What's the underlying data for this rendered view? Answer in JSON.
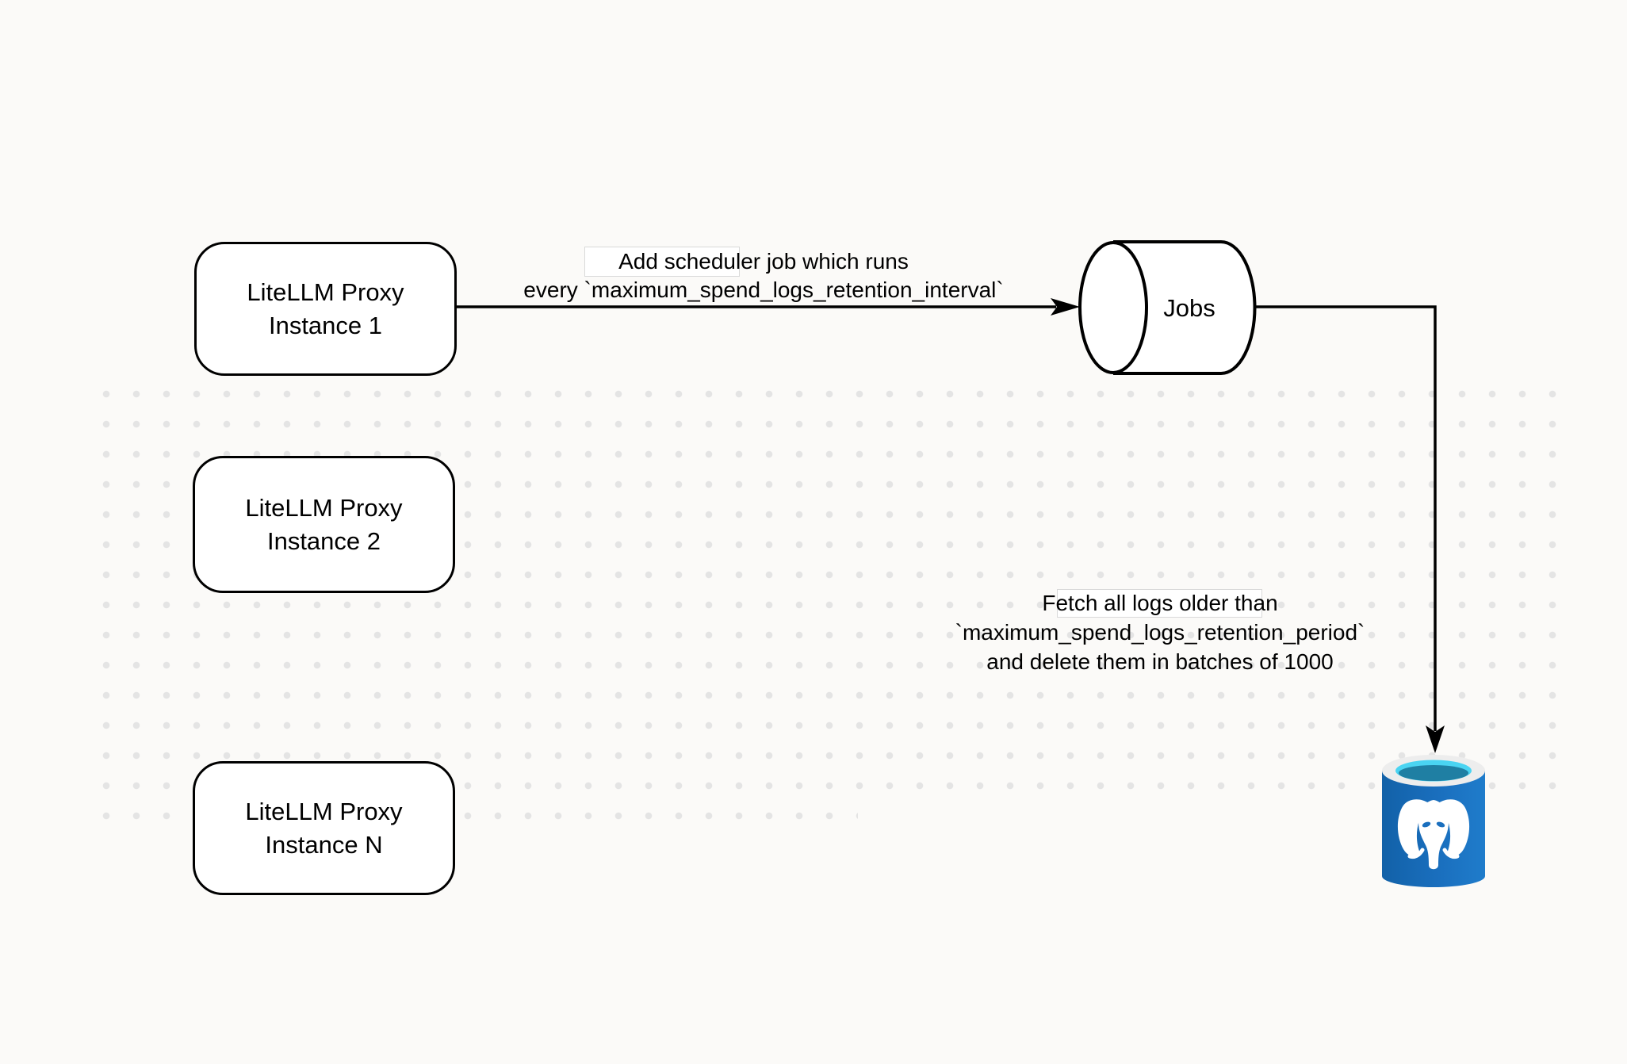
{
  "diagram": {
    "title": "LiteLLM spend logs retention scheduler diagram",
    "nodes": {
      "proxy1": {
        "line1": "LiteLLM Proxy",
        "line2": "Instance 1"
      },
      "proxy2": {
        "line1": "LiteLLM Proxy",
        "line2": "Instance 2"
      },
      "proxyN": {
        "line1": "LiteLLM Proxy",
        "line2": "Instance N"
      },
      "jobs": {
        "label": "Jobs"
      },
      "database": {
        "icon": "postgresql-database-icon"
      }
    },
    "edges": {
      "proxy1_to_jobs": {
        "line1": "Add scheduler job which runs",
        "line2": "every `maximum_spend_logs_retention_interval`"
      },
      "jobs_to_database": {
        "line1": "Fetch all logs older than",
        "line2": "`maximum_spend_logs_retention_period`",
        "line3": "and delete them in batches of 1000"
      }
    },
    "colors": {
      "stroke": "#000000",
      "node_fill": "#ffffff",
      "background": "#fbfaf8",
      "dot": "#e4e4e4",
      "postgres_body_dark": "#1261a8",
      "postgres_body_light": "#1f7ccb",
      "postgres_rim": "#ededed",
      "postgres_water_cyan": "#4ad4f2",
      "postgres_water_deep": "#1f7fa3",
      "elephant": "#ffffff"
    }
  }
}
